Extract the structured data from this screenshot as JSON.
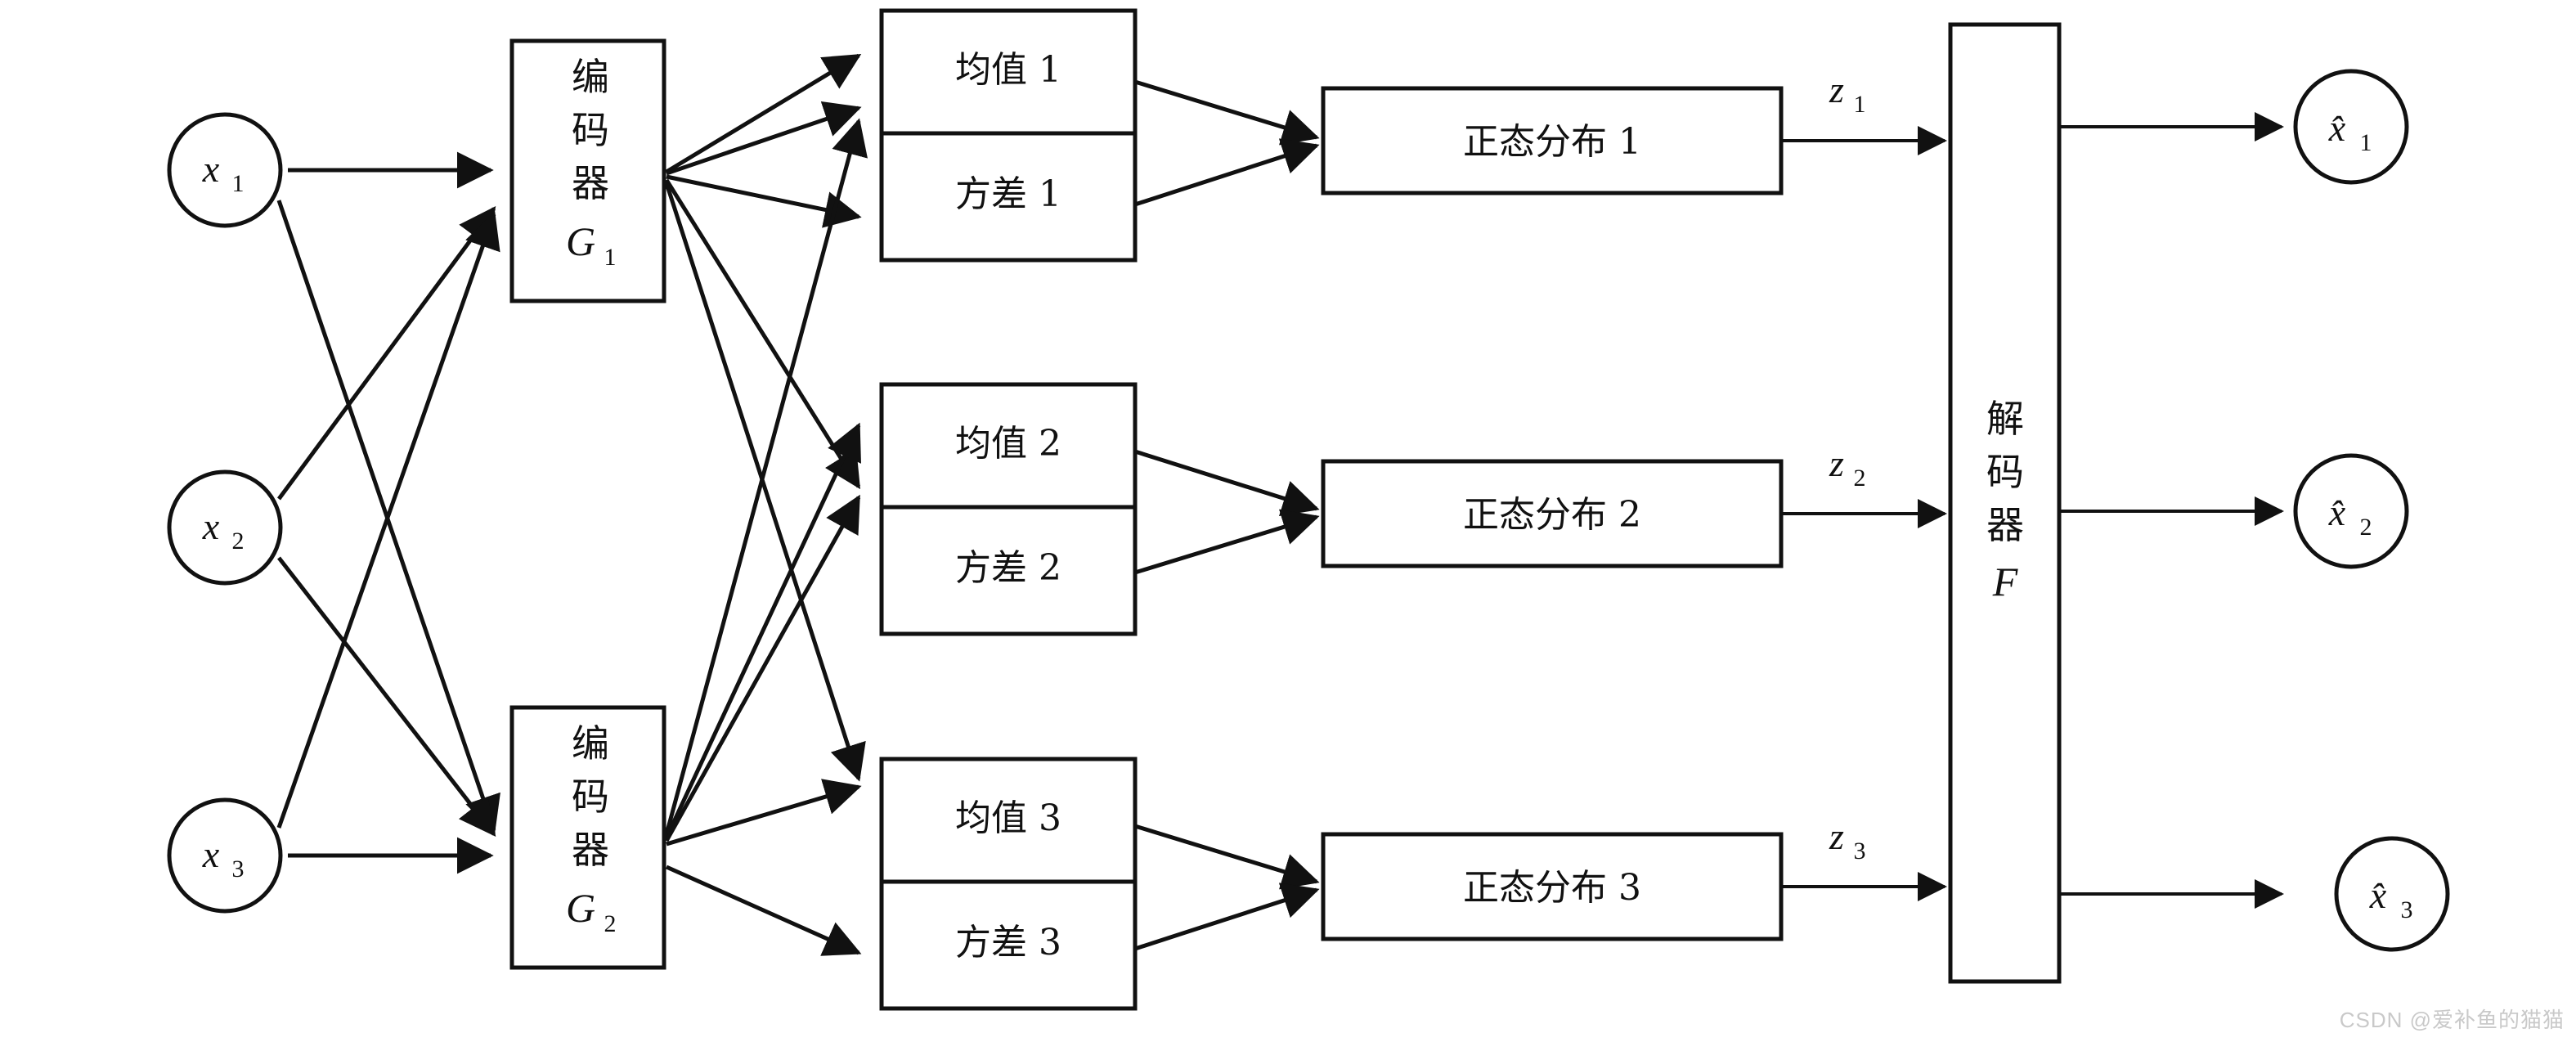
{
  "diagram": {
    "title_present": false,
    "inputs": [
      {
        "id": "x1",
        "label": "x",
        "sub": "1"
      },
      {
        "id": "x2",
        "label": "x",
        "sub": "2"
      },
      {
        "id": "x3",
        "label": "x",
        "sub": "3"
      }
    ],
    "encoders": [
      {
        "id": "G1",
        "line1": "编",
        "line2": "码",
        "line3": "器",
        "symbol": "G",
        "sub": "1"
      },
      {
        "id": "G2",
        "line1": "编",
        "line2": "码",
        "line3": "器",
        "symbol": "G",
        "sub": "2"
      }
    ],
    "stat_boxes": [
      {
        "id": "stat1",
        "mean": "均值 1",
        "variance": "方差 1"
      },
      {
        "id": "stat2",
        "mean": "均值 2",
        "variance": "方差 2"
      },
      {
        "id": "stat3",
        "mean": "均值 3",
        "variance": "方差 3"
      }
    ],
    "distributions": [
      {
        "id": "dist1",
        "label": "正态分布 1"
      },
      {
        "id": "dist2",
        "label": "正态分布 2"
      },
      {
        "id": "dist3",
        "label": "正态分布 3"
      }
    ],
    "latents": [
      {
        "id": "z1",
        "label": "z",
        "sub": "1"
      },
      {
        "id": "z2",
        "label": "z",
        "sub": "2"
      },
      {
        "id": "z3",
        "label": "z",
        "sub": "3"
      }
    ],
    "decoder": {
      "id": "F",
      "line1": "解",
      "line2": "码",
      "line3": "器",
      "symbol": "F"
    },
    "outputs": [
      {
        "id": "xhat1",
        "label": "x̂",
        "sub": "1"
      },
      {
        "id": "xhat2",
        "label": "x̂",
        "sub": "2"
      },
      {
        "id": "xhat3",
        "label": "x̂",
        "sub": "3"
      }
    ],
    "watermark": "CSDN @爱补鱼的猫猫",
    "colors": {
      "stroke": "#111111",
      "fill": "#ffffff",
      "watermark": "#c9c9c9"
    }
  }
}
